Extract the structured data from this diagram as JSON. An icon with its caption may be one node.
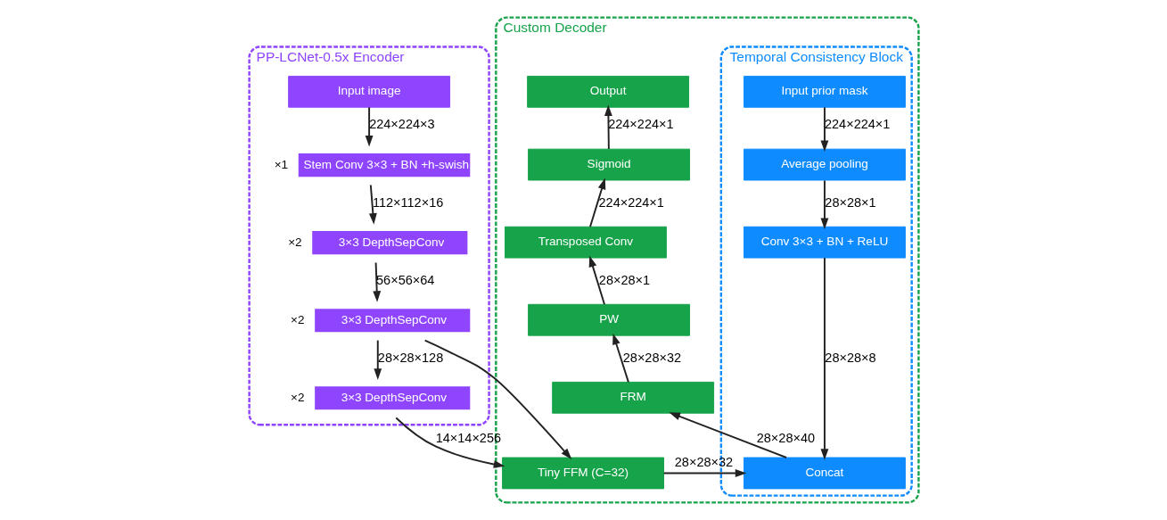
{
  "diagram": {
    "nodes": [
      {
        "text": [
          "PP-LCNet-0.5x Encoder"
        ]
      },
      {
        "text": [
          "Input image"
        ],
        "in": 0
      },
      {
        "text": [
          "Stem Conv 3×3 + BN +h-swish"
        ],
        "in": 0,
        "beside": [
          "×1"
        ]
      },
      {
        "text": [
          "3×3 DepthSepConv"
        ],
        "in": 0,
        "beside": [
          "×2"
        ]
      },
      {
        "text": [
          "3×3 DepthSepConv"
        ],
        "in": 0,
        "beside": [
          "×2"
        ]
      },
      {
        "text": [
          "3×3 DepthSepConv"
        ],
        "in": 0,
        "beside": [
          "×2"
        ]
      },
      {
        "text": [
          "Custom Decoder"
        ]
      },
      {
        "text": [
          "Output"
        ],
        "in": 6
      },
      {
        "text": [
          "Sigmoid"
        ],
        "in": 6
      },
      {
        "text": [
          "Transposed Conv"
        ],
        "in": 6
      },
      {
        "text": [
          "PW"
        ],
        "in": 6
      },
      {
        "text": [
          "FRM"
        ],
        "in": 6
      },
      {
        "text": [
          "Tiny FFM (C=32)"
        ],
        "in": 6
      },
      {
        "text": [
          "Temporal Consistency Block"
        ],
        "in": 6
      },
      {
        "text": [
          "Input prior mask"
        ],
        "in": 13
      },
      {
        "text": [
          "Average pooling"
        ],
        "in": 13
      },
      {
        "text": [
          "Conv 3×3 + BN + ReLU"
        ],
        "in": 13
      },
      {
        "text": [
          "Concat"
        ],
        "in": 13
      }
    ],
    "edges": [
      {
        "from": 1,
        "to": 2,
        "arrow": "to",
        "label": "224×224×3"
      },
      {
        "from": 2,
        "to": 3,
        "arrow": "to",
        "label": "112×112×16"
      },
      {
        "from": 3,
        "to": 4,
        "arrow": "to",
        "label": "56×56×64"
      },
      {
        "from": 4,
        "to": 5,
        "arrow": "to",
        "label": "28×28×128"
      },
      {
        "from": 4,
        "to": 12,
        "arrow": "to"
      },
      {
        "from": 5,
        "to": 12,
        "arrow": "to",
        "label": "14×14×256"
      },
      {
        "from": 12,
        "to": 17,
        "arrow": "to",
        "label": "28×28×32"
      },
      {
        "from": 17,
        "to": 11,
        "arrow": "to",
        "label": "28×28×40"
      },
      {
        "from": 11,
        "to": 10,
        "arrow": "to",
        "label": "28×28×32"
      },
      {
        "from": 10,
        "to": 9,
        "arrow": "to",
        "label": "28×28×1"
      },
      {
        "from": 9,
        "to": 8,
        "arrow": "to",
        "label": "224×224×1"
      },
      {
        "from": 8,
        "to": 7,
        "arrow": "to",
        "label": "224×224×1"
      },
      {
        "from": 14,
        "to": 15,
        "arrow": "to",
        "label": "224×224×1"
      },
      {
        "from": 15,
        "to": 16,
        "arrow": "to",
        "label": "28×28×1"
      },
      {
        "from": 16,
        "to": 17,
        "arrow": "to",
        "label": "28×28×8"
      }
    ]
  }
}
